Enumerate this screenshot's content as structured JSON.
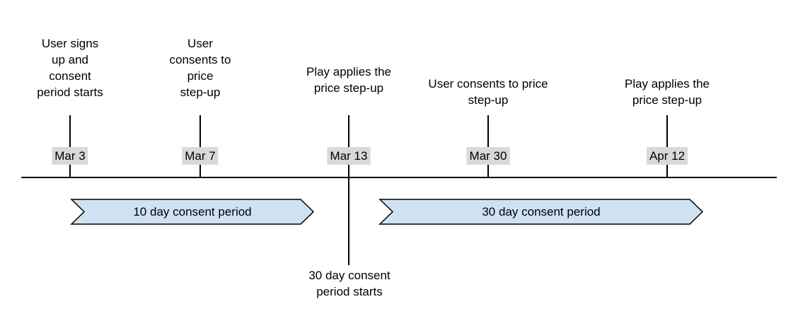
{
  "diagram": {
    "type": "timeline",
    "events": [
      {
        "date": "Mar 3",
        "annotation": "User signs\nup and\nconsent\nperiod starts"
      },
      {
        "date": "Mar 7",
        "annotation": "User\nconsents to\nprice\nstep-up"
      },
      {
        "date": "Mar 13",
        "annotation": "Play applies the\nprice step-up",
        "below_note": "30 day consent\nperiod starts"
      },
      {
        "date": "Mar 30",
        "annotation": "User consents to price\nstep-up"
      },
      {
        "date": "Apr 12",
        "annotation": "Play applies the\nprice step-up"
      }
    ],
    "periods": [
      {
        "label": "10 day consent period"
      },
      {
        "label": "30 day consent period"
      }
    ],
    "colors": {
      "period_fill": "#cfe2f3",
      "period_border": "#000000",
      "date_label_bg": "#d9d9d9",
      "line": "#000000",
      "text": "#000000",
      "background": "#ffffff"
    }
  }
}
